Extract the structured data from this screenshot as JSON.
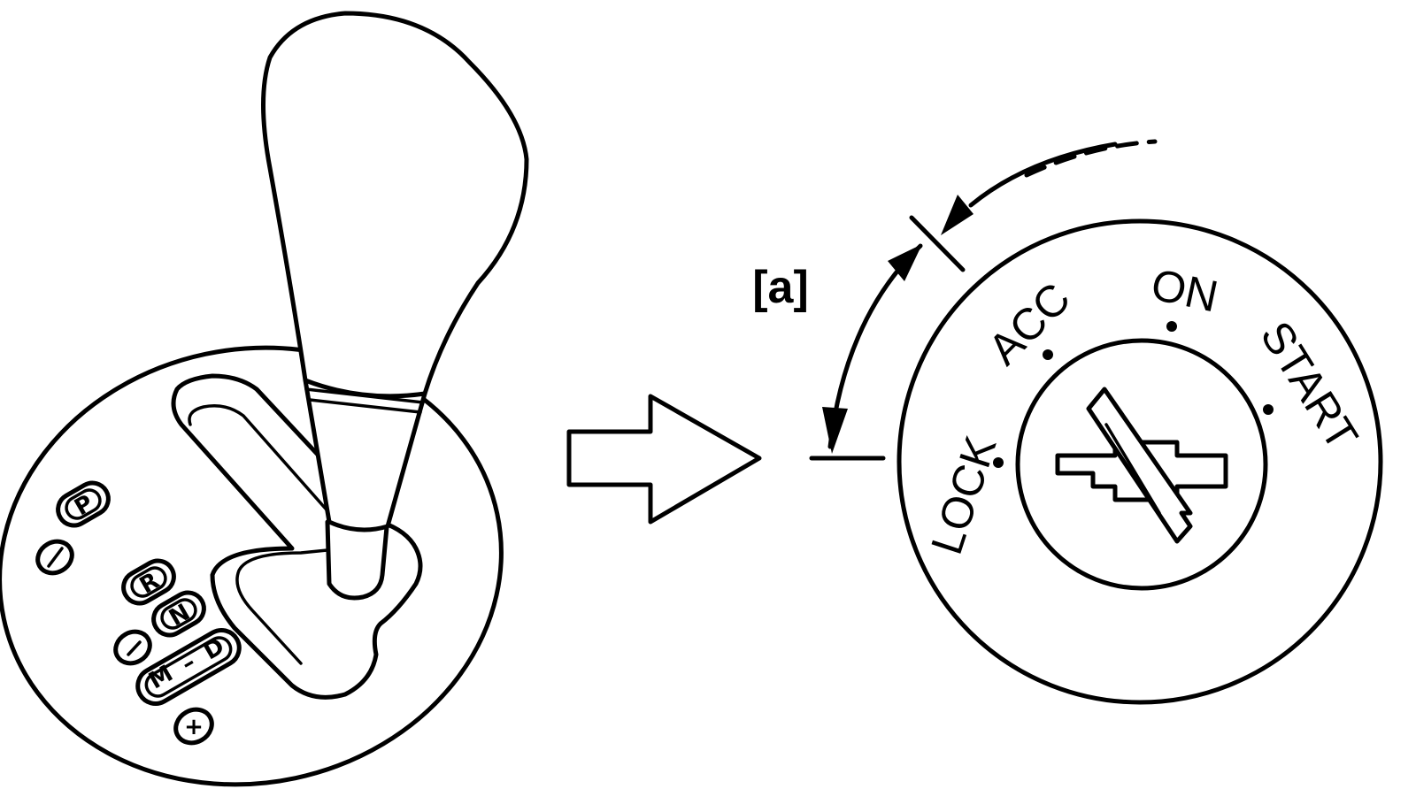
{
  "shifter": {
    "gears": {
      "park": "P",
      "reverse": "R",
      "neutral": "N",
      "drive": "D",
      "manual": "M",
      "minus": "–",
      "plus": "+"
    }
  },
  "ignition": {
    "positions": {
      "lock": "LOCK",
      "acc": "ACC",
      "on": "ON",
      "start": "START"
    }
  },
  "angle_label": "[a]"
}
